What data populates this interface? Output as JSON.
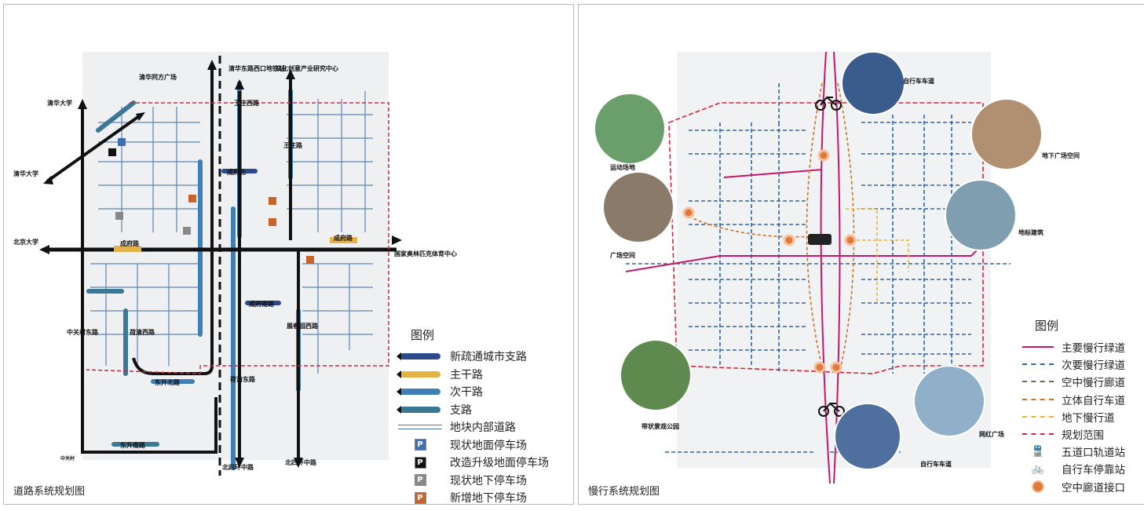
{
  "left": {
    "caption": "道路系统规划图",
    "legend_title": "图例",
    "legend_items": [
      {
        "label": "新疏通城市支路",
        "color": "#2e4a8e"
      },
      {
        "label": "主干路",
        "color": "#e4b347"
      },
      {
        "label": "次干路",
        "color": "#3f7fb8"
      },
      {
        "label": "支路",
        "color": "#3a7893"
      },
      {
        "label": "地块内部道路",
        "color": "#4f7aa5"
      },
      {
        "label": "现状地面停车场",
        "glyph": "P",
        "color": "#3f6fb0"
      },
      {
        "label": "改造升级地面停车场",
        "glyph": "P",
        "color": "#111111"
      },
      {
        "label": "现状地下停车场",
        "glyph": "P",
        "color": "#888888"
      },
      {
        "label": "新增地下停车场",
        "glyph": "P",
        "color": "#c86428"
      }
    ],
    "map_labels": {
      "tsinghua_1": "清华大学",
      "tsinghua_2": "清华大学",
      "peking": "北京大学",
      "tongfang": "清华同方广场",
      "station": "清华东路西口地铁站",
      "culture": "文化创意产业研究中心",
      "olympic": "国家奥林匹克体育中心",
      "n4ring_1": "北四环中路",
      "n4ring_2": "北四环中路",
      "zgc": "中关村",
      "chengfu_w": "成府路",
      "chengfu_e": "成府路",
      "zhongguancun_east": "中关村东路",
      "heqing_w": "荷清西路",
      "heqing_e": "荷清东路",
      "wangzhuang_w": "王庄西路",
      "wangzhuang": "王庄路",
      "zhanchun": "展春园西路",
      "dongsheng_n": "东升北路",
      "dongsheng_s": "东升南路",
      "chengfubei": "成府北",
      "chengfunan": "成府南路"
    }
  },
  "right": {
    "caption": "慢行系统规划图",
    "legend_title": "图例",
    "legend_items": [
      {
        "label": "主要慢行绿道",
        "color": "#c2186b"
      },
      {
        "label": "次要慢行绿道",
        "color": "#2f66a8"
      },
      {
        "label": "空中慢行廊道",
        "color": "#6b6b55"
      },
      {
        "label": "立体自行车道",
        "color": "#c9722b"
      },
      {
        "label": "地下慢行道",
        "color": "#f0b030"
      },
      {
        "label": "规划范围",
        "color": "#d8233c"
      },
      {
        "label": "五道口轨道站",
        "icon": "train-icon"
      },
      {
        "label": "自行车停靠站",
        "icon": "bicycle-icon"
      },
      {
        "label": "空中廊道接口",
        "icon": "corridor-node-icon"
      }
    ],
    "photo_labels": {
      "bike_top": "自行车车道",
      "sports": "运动场地",
      "underground_plaza": "地下广场空间",
      "plaza": "广场空间",
      "landmark": "地标建筑",
      "belt_park": "带状景观公园",
      "bike_bottom": "自行车车道",
      "net_plaza": "网红广场"
    }
  }
}
